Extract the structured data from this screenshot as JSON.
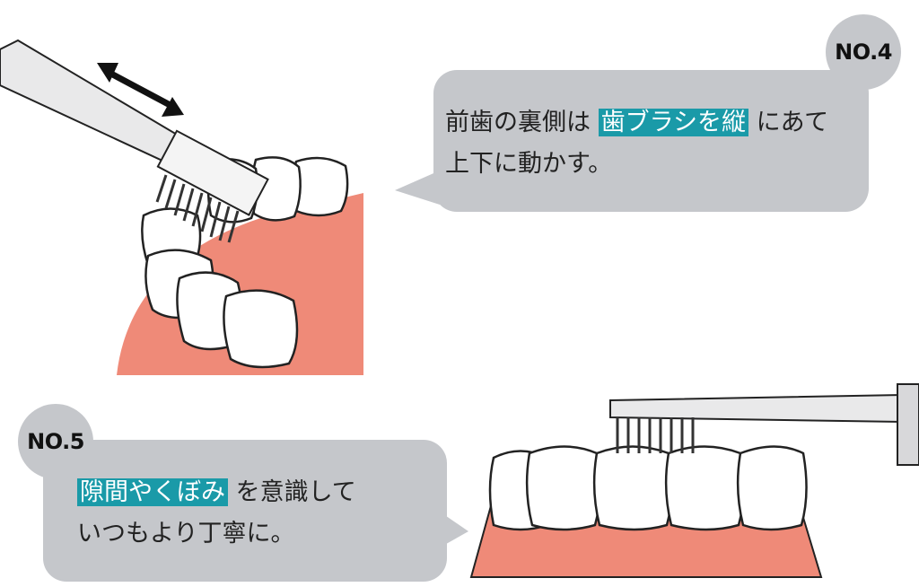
{
  "step4": {
    "number": "NO.4",
    "line1_before": "前歯の裏側は",
    "line1_highlight": "歯ブラシを縦",
    "line1_after": "にあて",
    "line2": "上下に動かす。"
  },
  "step5": {
    "number": "NO.5",
    "line1_highlight": "隙間やくぼみ",
    "line1_after": "を意識して",
    "line2": "いつもより丁寧に。"
  },
  "colors": {
    "bubble": "#c5c7cb",
    "highlight": "#1a9aa8",
    "gum": "#ef8a78"
  }
}
